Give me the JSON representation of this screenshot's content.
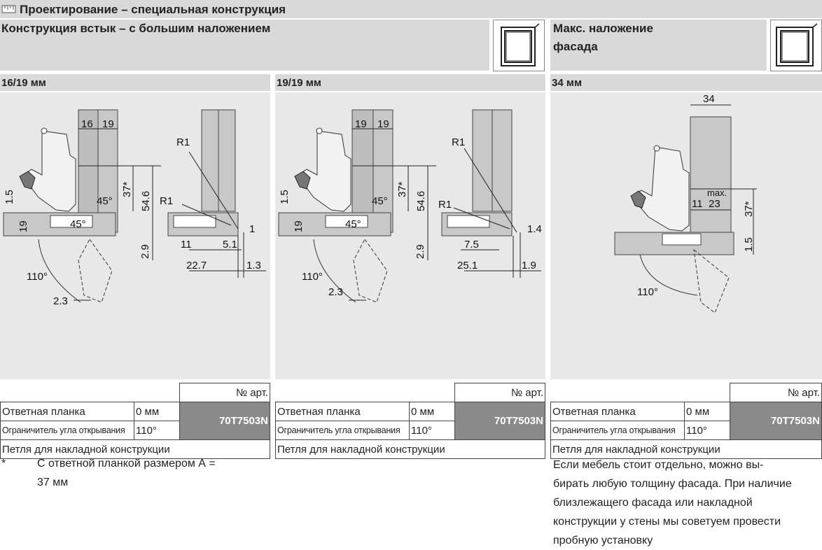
{
  "header": {
    "title": "Проектирование – специальная конструкция",
    "section_left": "Конструкция встык – с большим наложением",
    "section_right_line1": "Макс. наложение",
    "section_right_line2": "фасада"
  },
  "panels": [
    {
      "thickness": "16/19 мм",
      "dims": {
        "a": "16",
        "b": "19",
        "c": "37*",
        "d": "54.6",
        "e": "1.5",
        "f": "19",
        "g": "45°",
        "h": "45°",
        "i": "2.9",
        "j": "110°",
        "k": "2.3",
        "r1a": "R1",
        "r1b": "R1",
        "m": "11",
        "n": "5.1",
        "o": "22.7",
        "p": "1.3",
        "q": "1"
      }
    },
    {
      "thickness": "19/19 мм",
      "dims": {
        "a": "19",
        "b": "19",
        "c": "37*",
        "d": "54.6",
        "e": "1.5",
        "f": "19",
        "g": "45°",
        "h": "45°",
        "i": "2.9",
        "j": "110°",
        "k": "2.3",
        "r1a": "R1",
        "r1b": "R1",
        "m": "7.5",
        "o": "25.1",
        "p": "1.9",
        "q": "1.4"
      }
    },
    {
      "thickness": "34 мм",
      "dims": {
        "a": "34",
        "max": "max.",
        "m": "11",
        "n": "23",
        "c": "37*",
        "e": "1.5",
        "j": "110°"
      }
    }
  ],
  "table": {
    "art_header": "№ арт.",
    "row1_label": "Ответная планка",
    "row1_value": "0 мм",
    "row2_label": "Ограничитель угла открывания",
    "row2_value": "110°",
    "code": "70T7503N",
    "footer": "Петля для накладной конструкции"
  },
  "notes": {
    "star": "*",
    "left_line1": "С ответной планкой размером А =",
    "left_line2": "37 мм",
    "right_lines": [
      "Если мебель стоит отдельно, можно вы-",
      "бирать любую толщину фасада. При наличие",
      "близлежащего фасада или накладной",
      "конструкции у стены мы советуем провести",
      "пробную установку"
    ]
  }
}
